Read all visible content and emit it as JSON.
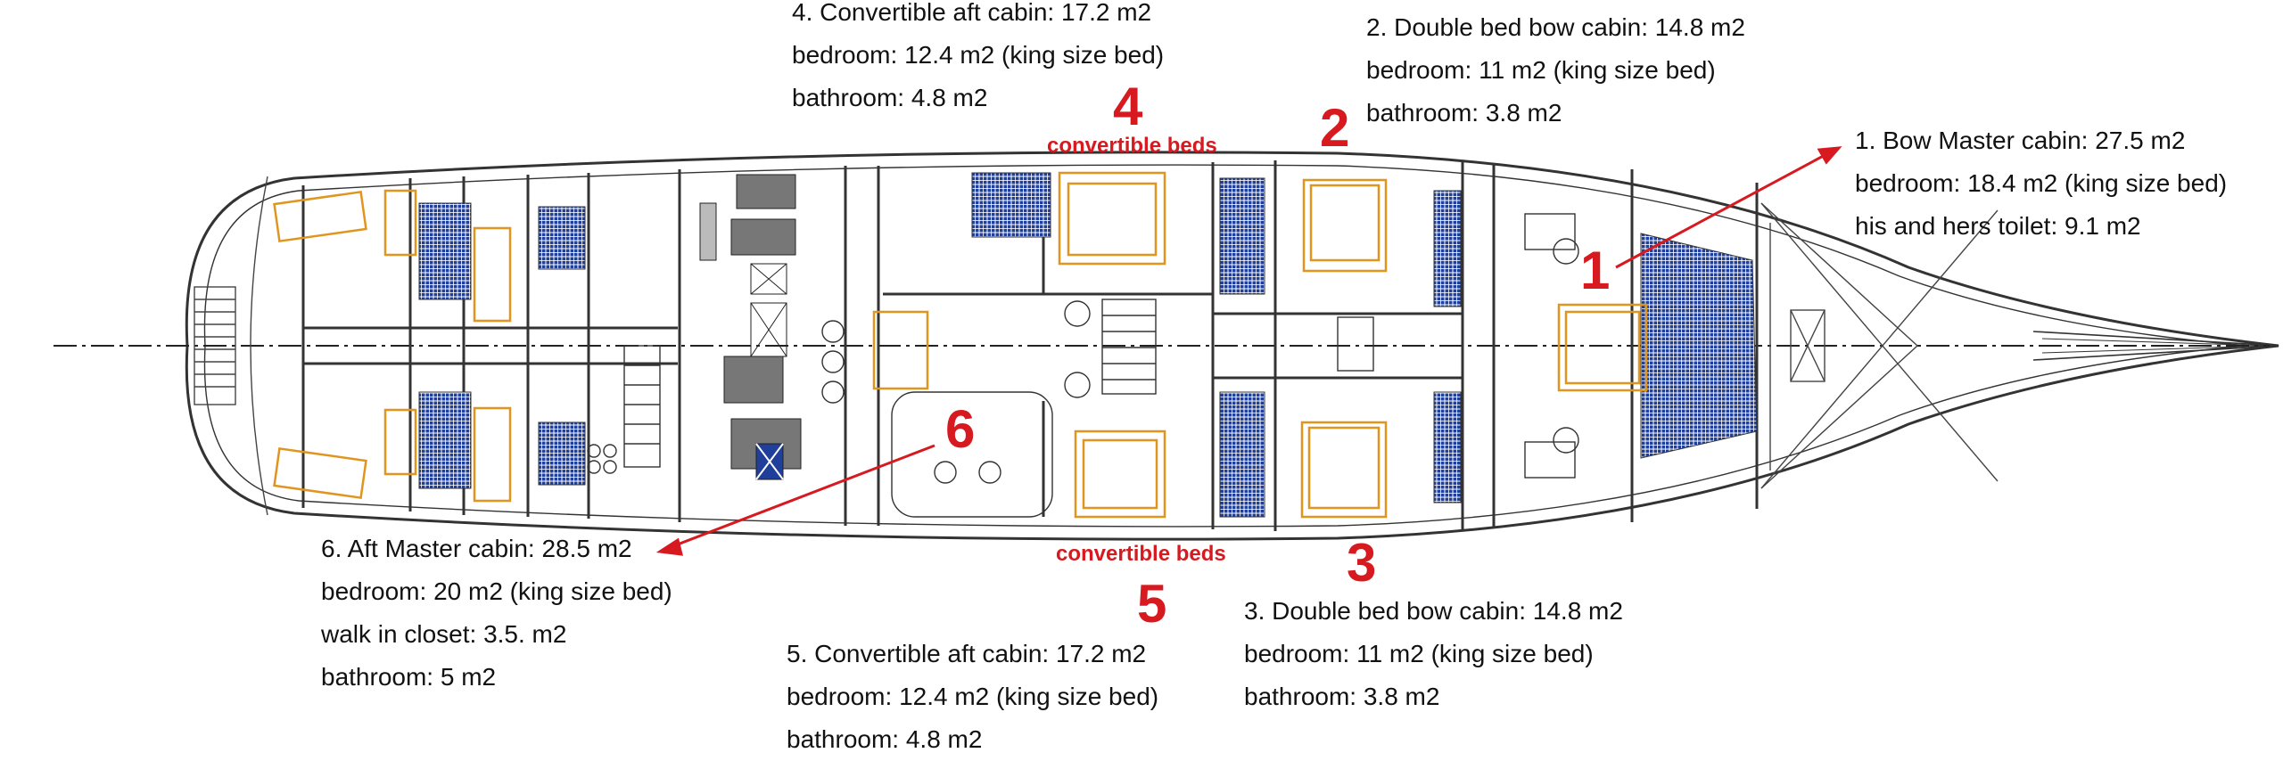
{
  "colors": {
    "accent_red": "#d71920",
    "bed_outline": "#e0951f",
    "bathroom_tile": "#1f3f9a",
    "hull_line": "#333333"
  },
  "cabins": [
    {
      "number": "1",
      "lines": [
        "1. Bow Master cabin: 27.5 m2",
        "bedroom: 18.4 m2 (king size bed)",
        "his and hers toilet: 9.1 m2"
      ]
    },
    {
      "number": "2",
      "lines": [
        "2.  Double bed  bow cabin: 14.8 m2",
        "bedroom: 11 m2 (king size bed)",
        "bathroom: 3.8  m2"
      ]
    },
    {
      "number": "3",
      "lines": [
        "3.  Double bed  bow cabin: 14.8 m2",
        "bedroom: 11 m2 (king size bed)",
        "bathroom: 3.8  m2"
      ]
    },
    {
      "number": "4",
      "tag": "convertible beds",
      "lines": [
        "4.  Convertible  aft cabin: 17.2 m2",
        "bedroom: 12.4 m2 (king size bed)",
        "bathroom: 4.8  m2"
      ]
    },
    {
      "number": "5",
      "tag": "convertible beds",
      "lines": [
        "5.  Convertible  aft cabin: 17.2 m2",
        "bedroom: 12.4 m2 (king size bed)",
        "bathroom: 4.8  m2"
      ]
    },
    {
      "number": "6",
      "lines": [
        "6. Aft Master cabin: 28.5 m2",
        "bedroom: 20 m2 (king size bed)",
        "walk in closet: 3.5. m2",
        "bathroom: 5 m2"
      ]
    }
  ]
}
